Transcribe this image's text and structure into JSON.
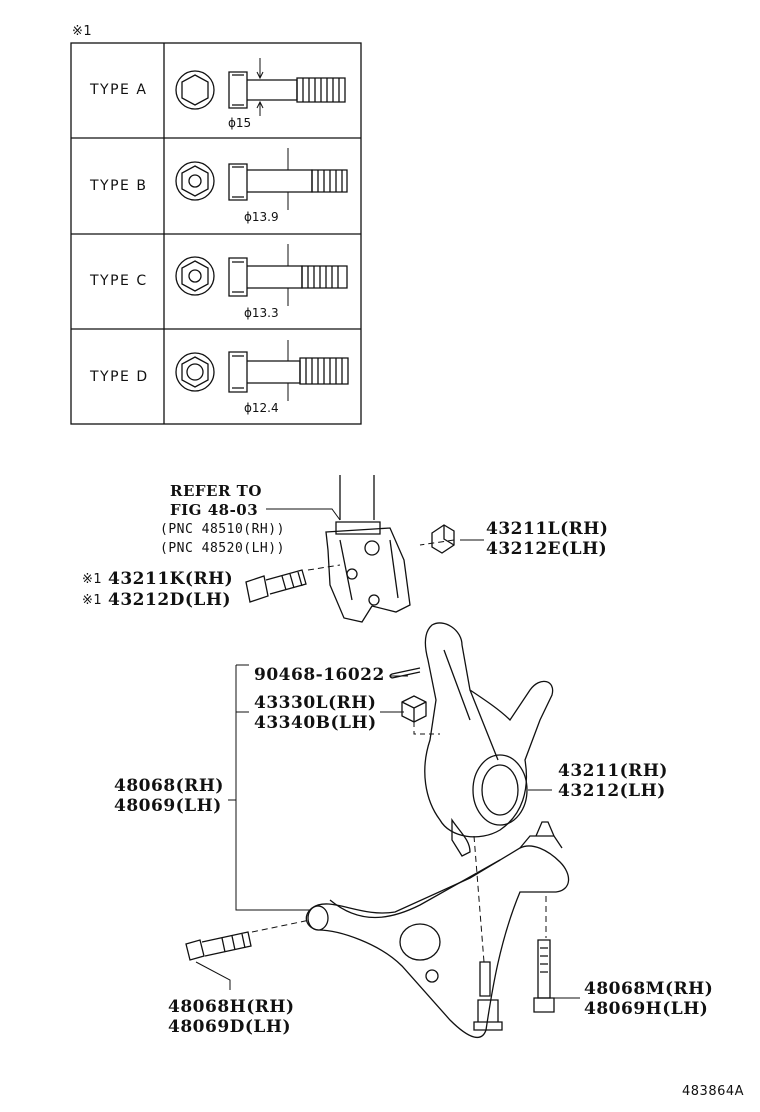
{
  "note_marker": "※1",
  "types": [
    {
      "label": "TYPE  A",
      "dim": "ϕ15"
    },
    {
      "label": "TYPE  B",
      "dim": "ϕ13.9"
    },
    {
      "label": "TYPE  C",
      "dim": "ϕ13.3"
    },
    {
      "label": "TYPE  D",
      "dim": "ϕ12.4"
    }
  ],
  "refer": {
    "line1": "REFER TO",
    "line2": "FIG 48-03",
    "pnc1": "(PNC 48510(RH))",
    "pnc2": "(PNC 48520(LH))"
  },
  "parts": {
    "nut_rh": "43211L(RH)",
    "nut_lh": "43212E(LH)",
    "bolt_rh": "43211K(RH)",
    "bolt_lh": "43212D(LH)",
    "pin": "90468-16022",
    "castle_rh": "43330L(RH)",
    "castle_lh": "43340B(LH)",
    "arm_rh": "48068(RH)",
    "arm_lh": "48069(LH)",
    "knuckle_rh": "43211(RH)",
    "knuckle_lh": "43212(LH)",
    "armbolt_rh": "48068H(RH)",
    "armbolt_lh": "48069D(LH)",
    "rearbolt_rh": "48068M(RH)",
    "rearbolt_lh": "48069H(LH)"
  },
  "diagram_id": "483864A"
}
